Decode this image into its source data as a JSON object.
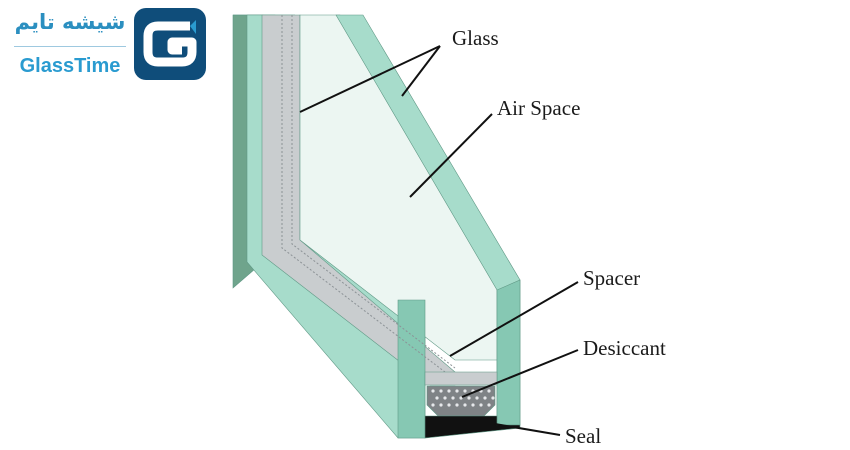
{
  "brand": {
    "name_fa": "شیشه تایم",
    "name_en": "GlassTime",
    "logo_icon": "glasstime-g-logo-icon",
    "colors": {
      "logo_dark": "#0f4d7a",
      "logo_light": "#2a9bd0"
    }
  },
  "diagram": {
    "subject": "double-glazed window cross-section",
    "colors": {
      "glass": "#a7dccb",
      "glass_edge": "#86c8b3",
      "glass_dark": "#6fa48c",
      "air_space": "#ecf6f2",
      "spacer": "#c9cdcf",
      "desiccant": "#7f8386",
      "seal": "#111111",
      "leader": "#111111"
    },
    "labels": [
      {
        "id": "glass",
        "text": "Glass"
      },
      {
        "id": "air-space",
        "text": "Air Space"
      },
      {
        "id": "spacer",
        "text": "Spacer"
      },
      {
        "id": "desiccant",
        "text": "Desiccant"
      },
      {
        "id": "seal",
        "text": "Seal"
      }
    ]
  }
}
